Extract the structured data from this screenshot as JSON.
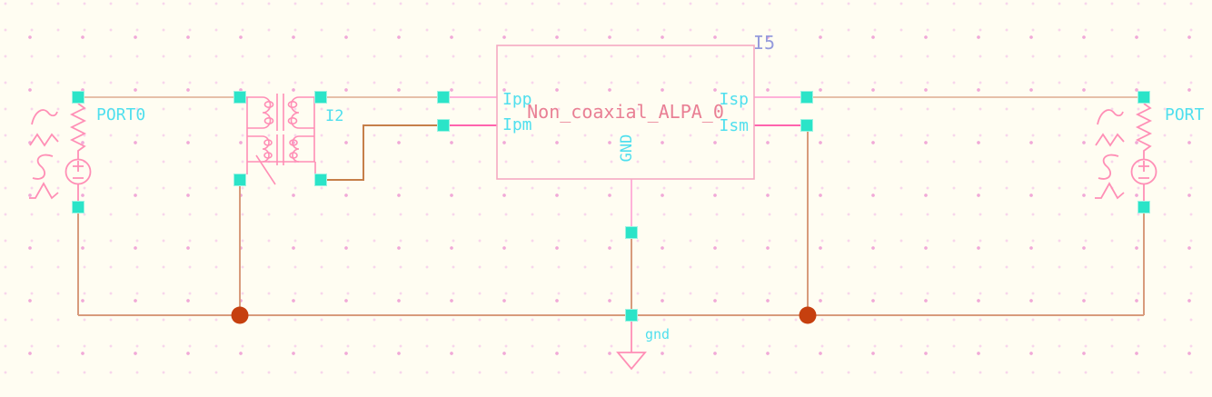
{
  "app": "schematic-editor-canvas",
  "labels": {
    "port_left": "PORT0",
    "transformer_instance": "I2",
    "block_instance": "I5",
    "block_name": "Non_coaxial_ALPA_0",
    "pin_ipp": "Ipp",
    "pin_ipm": "Ipm",
    "pin_isp": "Isp",
    "pin_ism": "Ism",
    "pin_gnd": "GND",
    "ground_net": "gnd",
    "port_right": "PORT"
  },
  "symbols": {
    "left_port": "port-source-symbol",
    "right_port": "port-source-symbol",
    "transformer": "coupled-inductor-transformer-symbol",
    "block": "subcircuit-block-symbol",
    "ground": "ground-symbol"
  },
  "colors": {
    "background": "#fffdf2",
    "grid_dot_minor": "#f8d6ec",
    "grid_dot_major": "#f1a9d8",
    "wire_light": "#e6c0a9",
    "wire_medium": "#d89b7c",
    "wire_dark": "#c67f4a",
    "pin_stub_light": "#ffb2d9",
    "pin_stub_hot": "#ff63ad",
    "symbol_pink": "#ff8fb6",
    "block_outline": "#f5a9c2",
    "block_title": "#e97f94",
    "label_cyan": "#4fdfee",
    "instance_blue": "#959bdc",
    "pin_square_fill": "#2be4c8",
    "pin_square_edge": "#9df3e2",
    "junction_dot": "#c6400f"
  }
}
